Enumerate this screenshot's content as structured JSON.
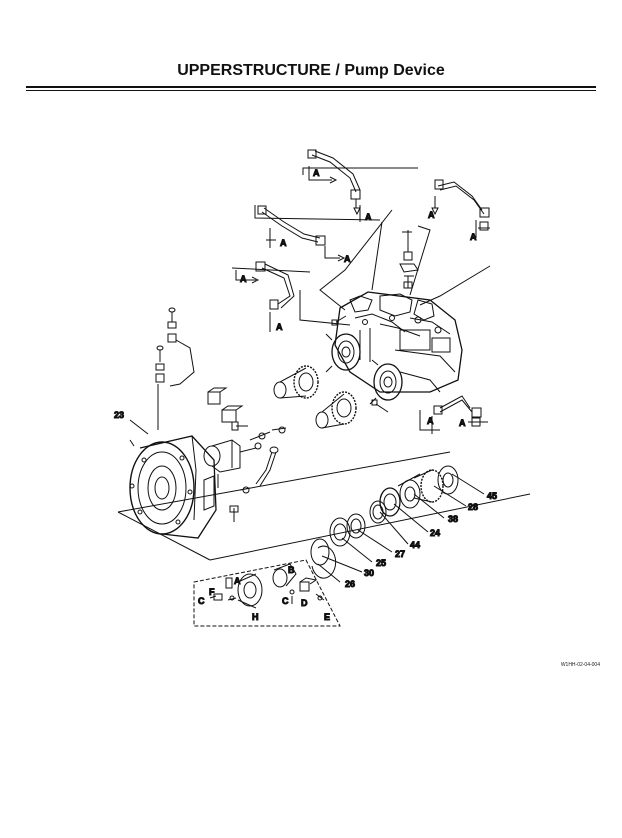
{
  "header": {
    "title": "UPPERSTRUCTURE / Pump Device"
  },
  "figure_code": "W1HH-02-04-004",
  "callouts": {
    "c23": "23",
    "c45": "45",
    "c28": "28",
    "c38": "38",
    "c24": "24",
    "c44": "44",
    "c27": "27",
    "c25": "25",
    "c30": "30",
    "c26": "26"
  },
  "letters": {
    "A": "A",
    "B": "B",
    "C": "C",
    "D": "D",
    "E": "E",
    "F": "F",
    "H": "H"
  }
}
